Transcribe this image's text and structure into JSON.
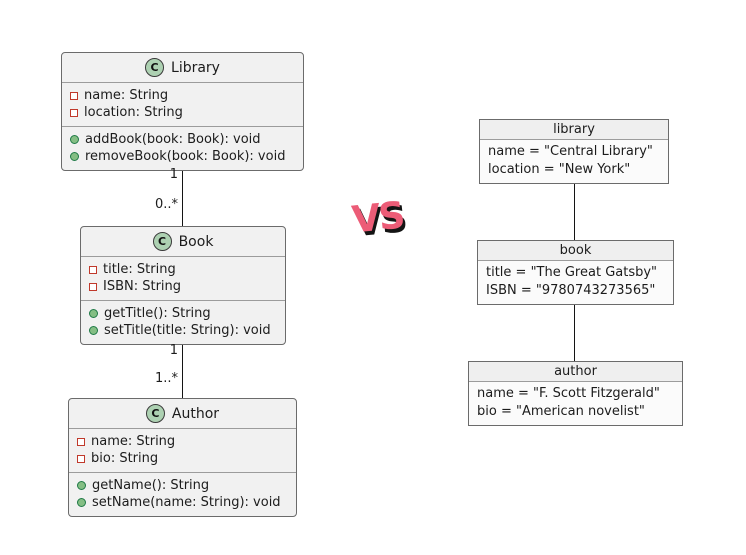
{
  "left": {
    "classes": [
      {
        "name": "Library",
        "stereotype": "C",
        "attributes": [
          "name: String",
          "location: String"
        ],
        "methods": [
          "addBook(book: Book): void",
          "removeBook(book: Book): void"
        ]
      },
      {
        "name": "Book",
        "stereotype": "C",
        "attributes": [
          "title: String",
          "ISBN: String"
        ],
        "methods": [
          "getTitle(): String",
          "setTitle(title: String): void"
        ]
      },
      {
        "name": "Author",
        "stereotype": "C",
        "attributes": [
          "name: String",
          "bio: String"
        ],
        "methods": [
          "getName(): String",
          "setName(name: String): void"
        ]
      }
    ],
    "associations": [
      {
        "from": "Library",
        "to": "Book",
        "source_multiplicity": "1",
        "target_multiplicity": "0..*"
      },
      {
        "from": "Book",
        "to": "Author",
        "source_multiplicity": "1",
        "target_multiplicity": "1..*"
      }
    ]
  },
  "vs_label": "VS",
  "right": {
    "objects": [
      {
        "name": "library",
        "slots": [
          "name = \"Central Library\"",
          "location = \"New York\""
        ]
      },
      {
        "name": "book",
        "slots": [
          "title = \"The Great Gatsby\"",
          "ISBN = \"9780743273565\""
        ]
      },
      {
        "name": "author",
        "slots": [
          "name = \"F. Scott Fitzgerald\"",
          "bio = \"American novelist\""
        ]
      }
    ],
    "links": [
      {
        "from": "library",
        "to": "book"
      },
      {
        "from": "book",
        "to": "author"
      }
    ]
  },
  "colors": {
    "class_circle_fill": "#add1b2",
    "class_circle_border": "#3a3a3a",
    "attribute_icon_border": "#c0392b",
    "method_icon_fill": "#84be84",
    "method_icon_border": "#1f7a46",
    "box_fill": "#f1f1f1",
    "box_border": "#6b6b6b",
    "connector": "#141414",
    "vs_color": "#ec5c77",
    "vs_shadow": "#141414"
  }
}
